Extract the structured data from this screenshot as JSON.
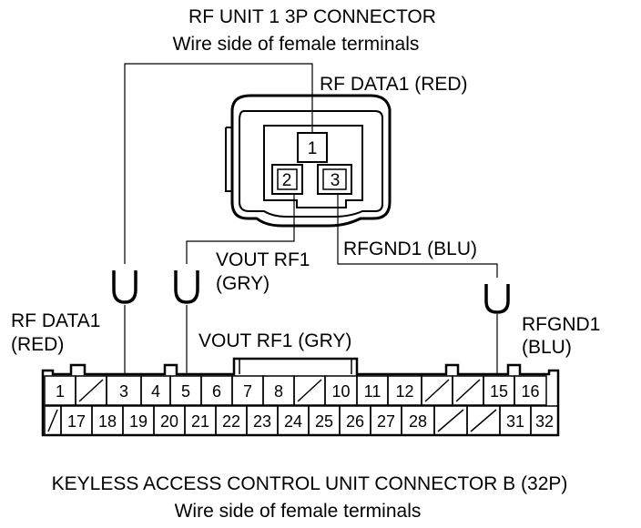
{
  "rf_connector": {
    "title": "RF UNIT 1 3P CONNECTOR",
    "subtitle": "Wire side of female terminals",
    "pins": [
      "1",
      "2",
      "3"
    ]
  },
  "keyless_connector": {
    "title": "KEYLESS ACCESS CONTROL UNIT CONNECTOR B (32P)",
    "subtitle": "Wire side of female terminals",
    "row1": [
      "1",
      "",
      "3",
      "4",
      "5",
      "6",
      "7",
      "8",
      "",
      "10",
      "11",
      "12",
      "",
      "",
      "15",
      "16"
    ],
    "row2": [
      "",
      "17",
      "18",
      "19",
      "20",
      "21",
      "22",
      "23",
      "24",
      "25",
      "26",
      "27",
      "28",
      "",
      "",
      "31",
      "32"
    ]
  },
  "wires": {
    "rf_data1_red": "RF DATA1 (RED)",
    "vout_rf1_line1": "VOUT RF1",
    "vout_rf1_line2": "(GRY)",
    "rfgnd1_blu": "RFGND1 (BLU)",
    "left_rf_data1_line1": "RF DATA1",
    "left_rf_data1_line2": "(RED)",
    "vout_rf1_gry": "VOUT RF1 (GRY)",
    "right_rfgnd1_line1": "RFGND1",
    "right_rfgnd1_line2": "(BLU)"
  }
}
